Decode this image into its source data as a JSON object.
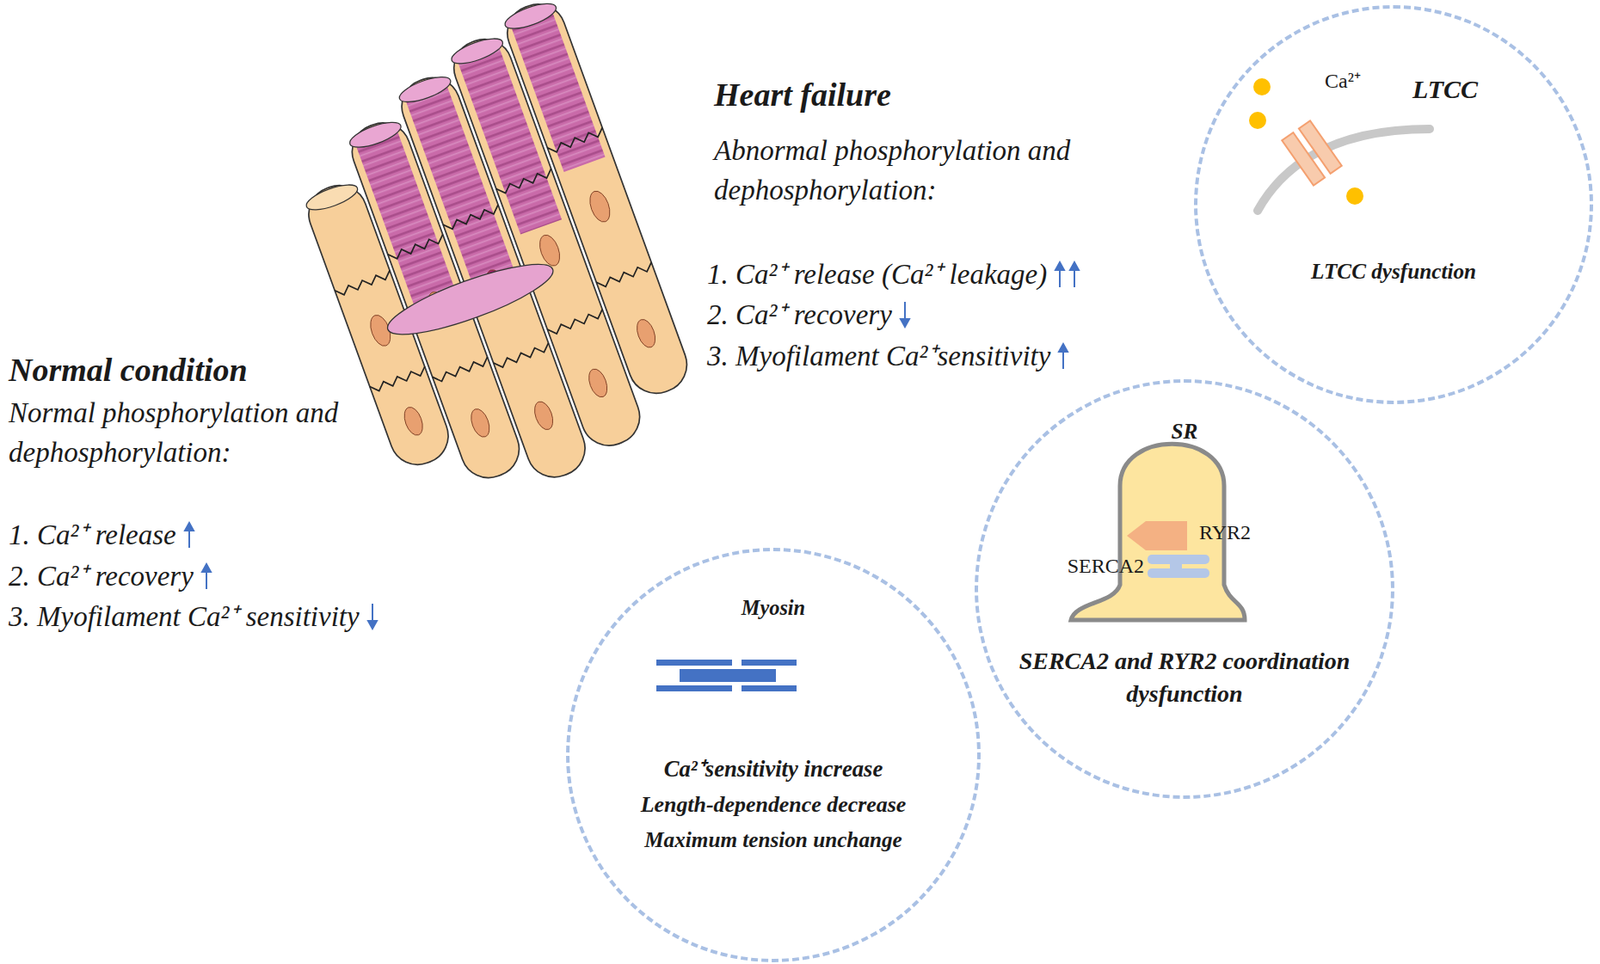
{
  "diagram": {
    "nodes": [
      {
        "text": [
          "LTCC",
          "LTCC dysfunction"
        ]
      },
      {
        "text": [
          "SR",
          "SERCA2 and RYR2 coordination dysfunction"
        ]
      },
      {
        "text": [
          "Myosin",
          "Ca²⁺sensitivity increase",
          "Length-dependence decrease",
          "Maximum tension unchange"
        ]
      }
    ],
    "labels": [
      "Heart failure",
      "Abnormal phosphorylation and dephosphorylation:",
      "1. Ca²⁺ release (Ca²⁺ leakage)",
      "2. Ca²⁺ recovery",
      "3. Myofilament Ca²⁺sensitivity",
      "Normal condition",
      "Normal phosphorylation and dephosphorylation:",
      "1. Ca²⁺ release",
      "2. Ca²⁺ recovery",
      "3. Myofilament Ca²⁺ sensitivity",
      "Ca²⁺",
      "RYR2",
      "SERCA2"
    ]
  }
}
